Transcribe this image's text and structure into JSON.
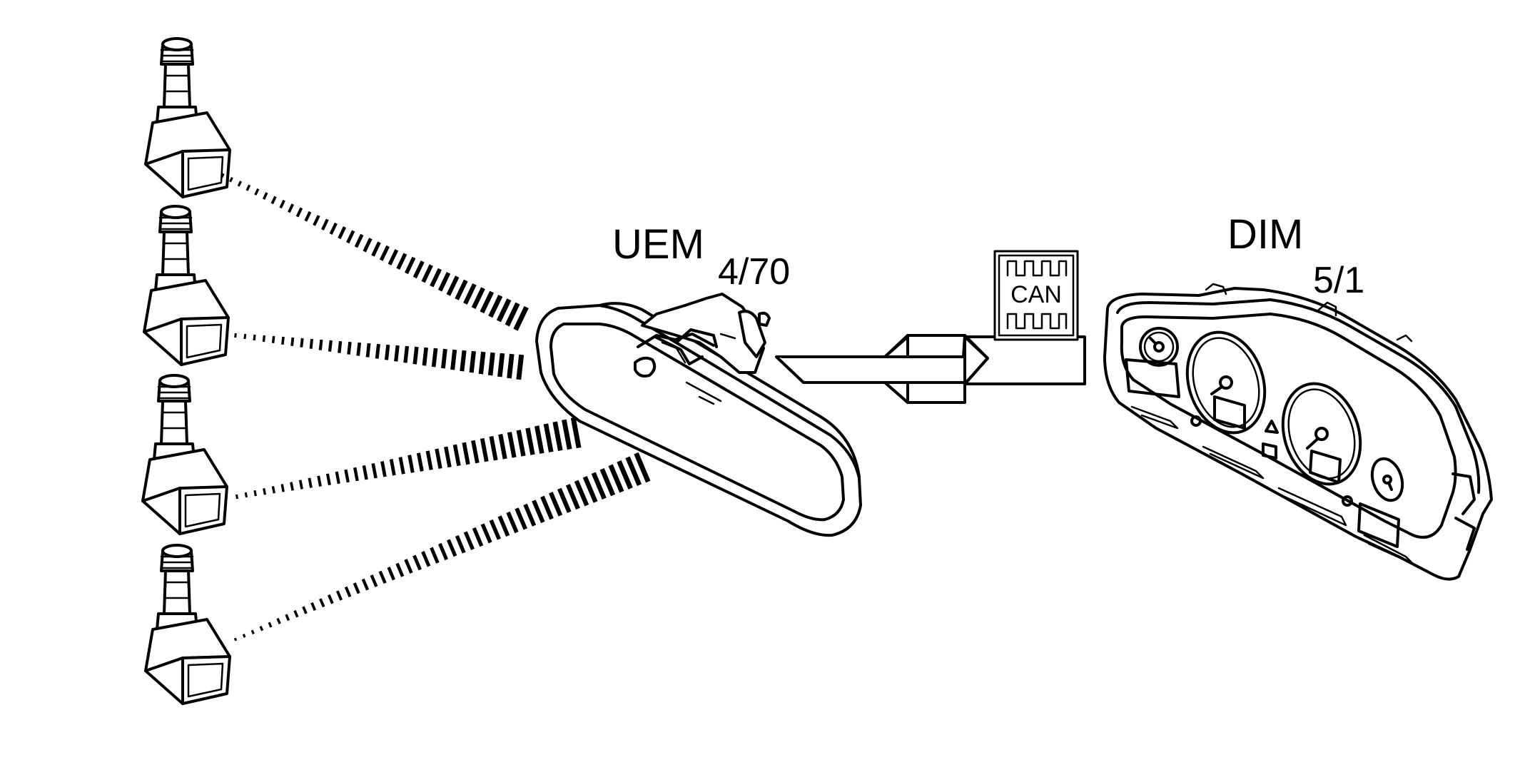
{
  "uem": {
    "name": "UEM",
    "code": "4/70"
  },
  "dim": {
    "name": "DIM",
    "code": "5/1"
  },
  "can_bus": {
    "label": "CAN"
  },
  "sensors": [
    {
      "id": "sensor-1"
    },
    {
      "id": "sensor-2"
    },
    {
      "id": "sensor-3"
    },
    {
      "id": "sensor-4"
    }
  ]
}
